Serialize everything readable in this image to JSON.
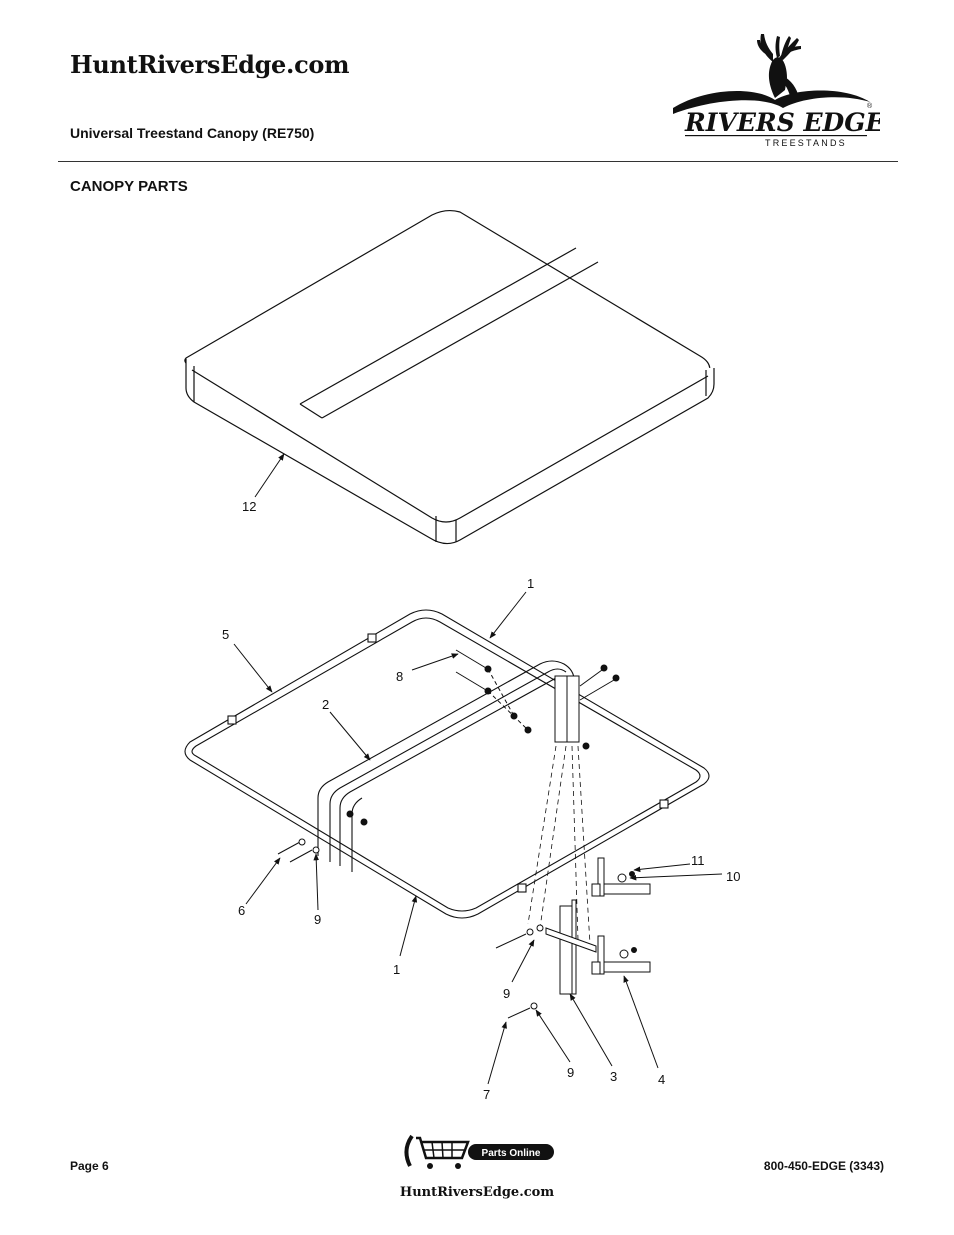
{
  "header": {
    "site_title": "HuntRiversEdge.com",
    "subtitle": "Universal Treestand Canopy (RE750)",
    "logo": {
      "brand": "RIVERS EDGE",
      "tagline": "TREESTANDS",
      "mark": "®"
    }
  },
  "section_title": "CANOPY PARTS",
  "callouts": [
    {
      "id": "c12",
      "label": "12"
    },
    {
      "id": "c1a",
      "label": "1"
    },
    {
      "id": "c5",
      "label": "5"
    },
    {
      "id": "c8",
      "label": "8"
    },
    {
      "id": "c2",
      "label": "2"
    },
    {
      "id": "c11",
      "label": "11"
    },
    {
      "id": "c10",
      "label": "10"
    },
    {
      "id": "c6",
      "label": "6"
    },
    {
      "id": "c9a",
      "label": "9"
    },
    {
      "id": "c1b",
      "label": "1"
    },
    {
      "id": "c9b",
      "label": "9"
    },
    {
      "id": "c9c",
      "label": "9"
    },
    {
      "id": "c3",
      "label": "3"
    },
    {
      "id": "c4",
      "label": "4"
    },
    {
      "id": "c7",
      "label": "7"
    }
  ],
  "footer": {
    "page": "Page 6",
    "phone": "800-450-EDGE (3343)",
    "badge": "Parts Online",
    "url": "HuntRiversEdge.com"
  }
}
